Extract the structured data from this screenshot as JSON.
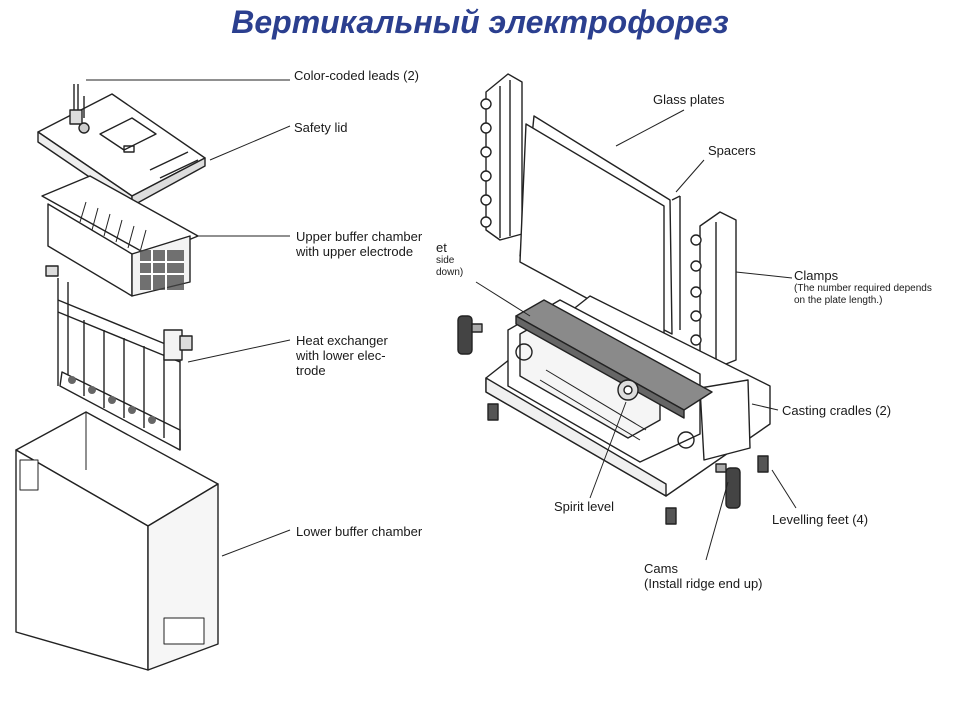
{
  "title": "Вертикальный электрофорез",
  "labels": {
    "color_leads": "Color-coded leads (2)",
    "safety_lid": "Safety lid",
    "upper_chamber_1": "Upper buffer chamber",
    "upper_chamber_2": "with upper electrode",
    "heat_1": "Heat exchanger",
    "heat_2": "with lower elec-",
    "heat_3": "trode",
    "lower_chamber": "Lower buffer chamber",
    "glass_plates": "Glass plates",
    "spacers": "Spacers",
    "clamps": "Clamps",
    "clamps_note_1": "(The number required depends",
    "clamps_note_2": "on the plate length.)",
    "casting_cradles": "Casting cradles (2)",
    "spirit_level": "Spirit level",
    "levelling_feet": "Levelling feet (4)",
    "cams_1": "Cams",
    "cams_2": "(Install ridge end up)",
    "gasket_1": "et",
    "gasket_2": "side",
    "gasket_3": "down)"
  },
  "colors": {
    "title": "#2b3f8f",
    "line": "#222222",
    "gasket": "#8a8a8a"
  }
}
